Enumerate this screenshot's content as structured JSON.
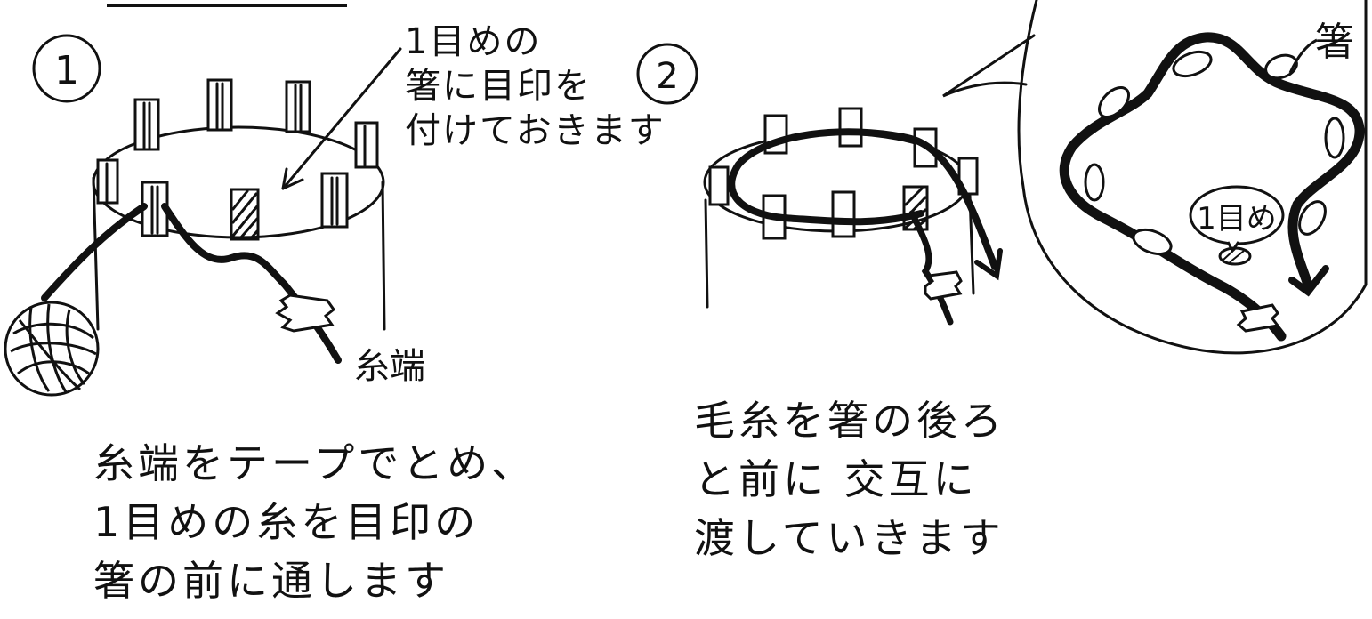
{
  "step1": {
    "number": "1",
    "note_lines": [
      "1目めの",
      "箸に目印を",
      "付けておきます"
    ],
    "yarn_end_label": "糸端",
    "caption_lines": [
      "糸端をテープでとめ、",
      "1目めの糸を目印の",
      "箸の前に通します"
    ]
  },
  "step2": {
    "number": "2",
    "bubble_chopstick_label": "箸",
    "bubble_first_stitch_label": "1目め",
    "caption_lines": [
      "毛糸を箸の後ろ",
      "と前に 交互に",
      "渡していきます"
    ]
  },
  "colors": {
    "ink": "#111111",
    "paper": "#ffffff"
  }
}
